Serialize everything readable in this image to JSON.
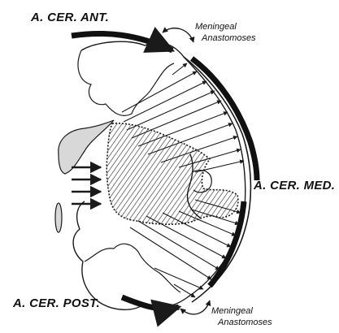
{
  "labels": {
    "ant": "A. CER. ANT.",
    "med": "A. CER. MED.",
    "post": "A. CER. POST.",
    "meningeal_top_1": "Meningeal",
    "meningeal_top_2": "Anastomoses",
    "meningeal_bottom_1": "Meningeal",
    "meningeal_bottom_2": "Anastomoses"
  },
  "colors": {
    "ink": "#1a1a1a",
    "hatch_fill": "#9a9a9a",
    "ventricle_fill": "#d8d8d8",
    "background": "#ffffff"
  }
}
